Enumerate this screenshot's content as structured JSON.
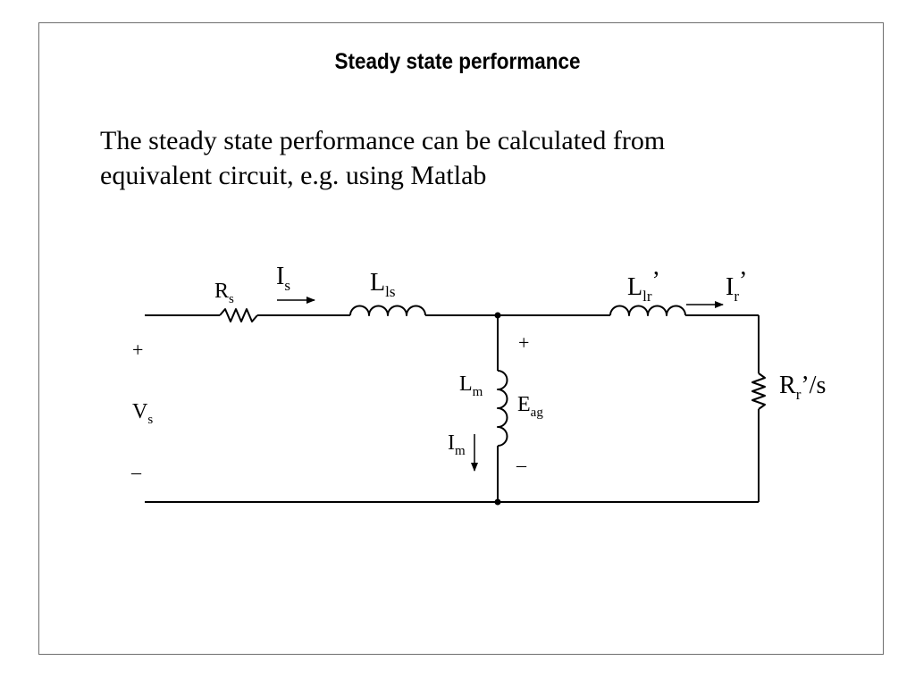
{
  "slide": {
    "title": "Steady state performance",
    "body_lines": [
      "The steady state performance can be calculated from",
      "equivalent circuit, e.g. using Matlab"
    ]
  },
  "circuit": {
    "labels": {
      "Rs": {
        "main": "R",
        "sub": "s",
        "sup": ""
      },
      "Is": {
        "main": "I",
        "sub": "s",
        "sup": ""
      },
      "Lls": {
        "main": "L",
        "sub": "ls",
        "sup": ""
      },
      "Llr": {
        "main": "L",
        "sub": "lr",
        "sup": "’"
      },
      "Ir": {
        "main": "I",
        "sub": "r",
        "sup": "’"
      },
      "Rr": {
        "main": "R",
        "sub": "r",
        "sup": "’/s"
      },
      "Lm": {
        "main": "L",
        "sub": "m",
        "sup": ""
      },
      "Eag": {
        "main": "E",
        "sub": "ag",
        "sup": ""
      },
      "Im": {
        "main": "I",
        "sub": "m",
        "sup": ""
      },
      "Vs": {
        "main": "V",
        "sub": "s",
        "sup": ""
      }
    },
    "polarity": {
      "vs_plus": "+",
      "vs_minus": "_",
      "eag_plus": "+",
      "eag_minus": "_"
    }
  }
}
